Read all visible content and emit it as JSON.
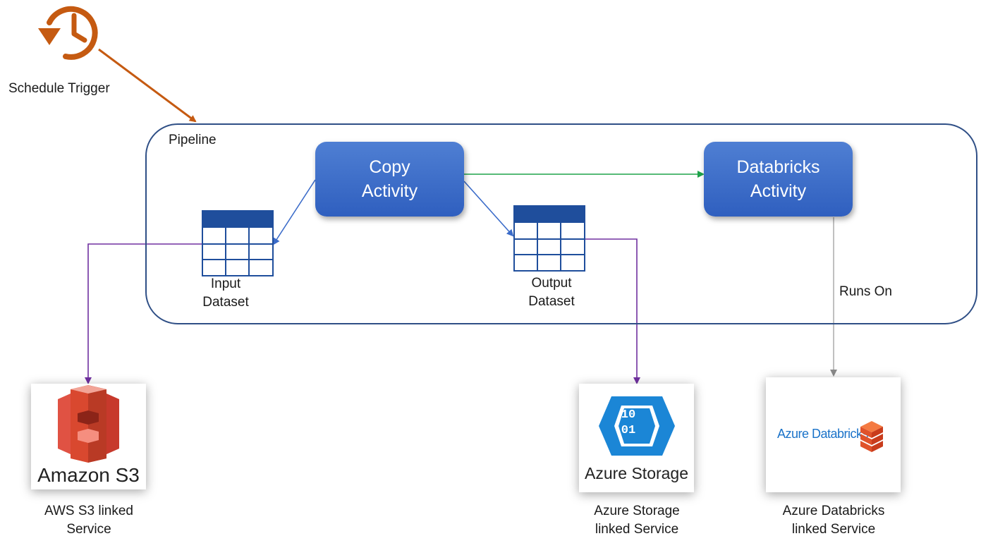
{
  "trigger": {
    "label": "Schedule Trigger"
  },
  "pipeline": {
    "label": "Pipeline"
  },
  "copy_activity": {
    "line1": "Copy",
    "line2": "Activity"
  },
  "databricks_activity": {
    "line1": "Databricks",
    "line2": "Activity"
  },
  "input_dataset": {
    "line1": "Input",
    "line2": "Dataset"
  },
  "output_dataset": {
    "line1": "Output",
    "line2": "Dataset"
  },
  "runs_on": {
    "label": "Runs On"
  },
  "s3": {
    "logo_text": "Amazon S3",
    "line1": "AWS S3 linked",
    "line2": "Service"
  },
  "storage": {
    "logo_text": "Azure Storage",
    "badge_top": "10",
    "badge_bottom": "01",
    "line1": "Azure Storage",
    "line2": "linked Service"
  },
  "databricks": {
    "logo_text": "Azure Databricks",
    "line1": "Azure Databricks",
    "line2": "linked Service"
  },
  "colors": {
    "trigger": "#c55a11",
    "activity": "#3a6bc9",
    "pipeline_border": "#2f4f86",
    "flow_green": "#1ea34a",
    "link_purple": "#7030a0",
    "table_header": "#1f4e9c",
    "runs_on_gray": "#a6a6a6"
  }
}
